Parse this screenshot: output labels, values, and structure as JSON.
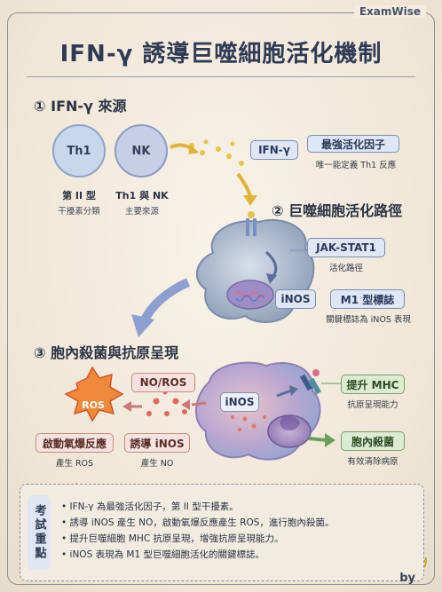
{
  "brand": "ExamWise",
  "title": "IFN-γ 誘導巨噬細胞活化機制",
  "section1": {
    "heading": "① IFN-γ 來源",
    "th1_label": "Th1",
    "nk_label": "NK",
    "th1_caption": "第 II 型",
    "th1_sub": "干擾素分類",
    "nk_caption": "Th1 與 NK",
    "nk_sub": "主要來源",
    "ifn_tag": "IFN-γ",
    "strongest_tag": "最強活化因子",
    "strongest_note": "唯一能定義 Th1 反應"
  },
  "section2": {
    "heading": "② 巨噬細胞活化路徑",
    "jak_tag": "JAK-STAT1",
    "jak_note": "活化路徑",
    "inos_tag": "iNOS",
    "m1_tag": "M1 型標誌",
    "m1_note": "關鍵標誌為 iNOS 表現"
  },
  "section3": {
    "heading": "③ 胞內殺菌與抗原呈現",
    "nono_tag": "NO/ROS",
    "ros_label": "ROS",
    "burst_tag": "啟動氧爆反應",
    "burst_note": "產生 ROS",
    "induce_tag": "誘導 iNOS",
    "induce_note": "產生 NO",
    "inos_cell_label": "iNOS",
    "mhc_tag": "提升 MHC",
    "mhc_note": "抗原呈現能力",
    "kill_tag": "胞內殺菌",
    "kill_note": "有效清除病原"
  },
  "summary": {
    "label": "考試重點",
    "points": [
      "IFN-γ 為最強活化因子，第 II 型干擾素。",
      "誘導 iNOS 產生 NO，啟動氧爆反應產生 ROS，進行胞內殺菌。",
      "提升巨噬細胞 MHC 抗原呈現，增強抗原呈現能力。",
      "iNOS 表現為 M1 型巨噬細胞活化的關鍵標誌。"
    ]
  },
  "signature": "by"
}
